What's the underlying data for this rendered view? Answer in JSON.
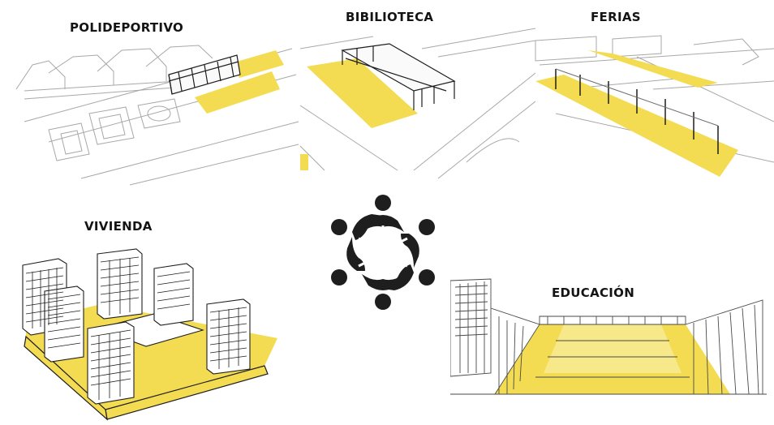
{
  "labels": {
    "polideportivo": "POLIDEPORTIVO",
    "biblioteca": "BIBILIOTECA",
    "ferias": "FERIAS",
    "vivienda": "VIVIENDA",
    "educacion": "EDUCACIÓN"
  },
  "colors": {
    "highlight": "#f3dc52",
    "ink": "#1e1e1e",
    "sketch": "#9a9a9a",
    "background": "#ffffff"
  },
  "icons": {
    "center": "community-circle-icon"
  }
}
